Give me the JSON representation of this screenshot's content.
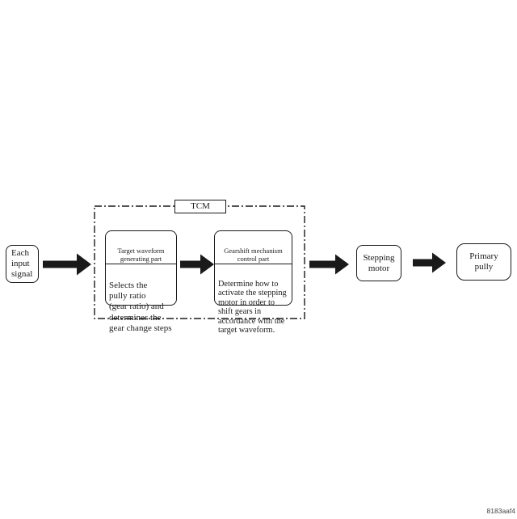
{
  "diagram": {
    "title_module": "TCM",
    "nodes": {
      "input_signal": {
        "label": "Each\ninput\nsignal"
      },
      "target_waveform": {
        "header": "Target waveform\ngenerating part",
        "body": "Selects the\npully ratio\n(gear ratio) and\ndetermines the\ngear change steps"
      },
      "gearshift_control": {
        "header": "Gearshift mechanism\ncontrol part",
        "body": "Determine how to\nactivate the stepping\nmotor in order to\nshift gears in\naccordance with the\ntarget waveform."
      },
      "stepping_motor": {
        "label": "Stepping\nmotor"
      },
      "primary_pully": {
        "label": "Primary\npully"
      }
    },
    "flow": [
      "Each input signal",
      "Target waveform generating part",
      "Gearshift mechanism control part",
      "Stepping motor",
      "Primary pully"
    ],
    "figure_code": "8183aaf4",
    "colors": {
      "line": "#1a1a1a",
      "background": "#ffffff"
    }
  }
}
